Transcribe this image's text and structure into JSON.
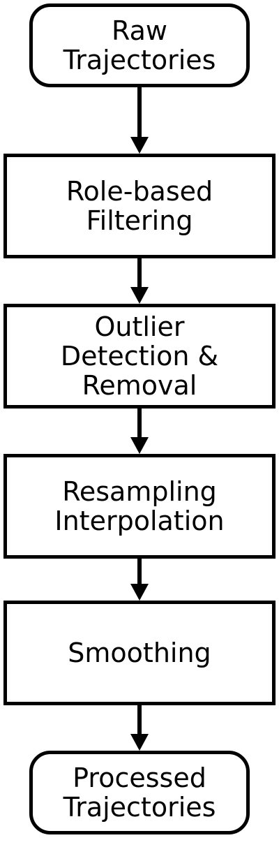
{
  "nodes": [
    {
      "id": "raw",
      "kind": "terminal",
      "lines": [
        "Raw",
        "Trajectories"
      ]
    },
    {
      "id": "filter",
      "kind": "process",
      "lines": [
        "Role-based",
        "Filtering"
      ]
    },
    {
      "id": "outlier",
      "kind": "process",
      "lines": [
        "Outlier",
        "Detection &",
        "Removal"
      ]
    },
    {
      "id": "resample",
      "kind": "process",
      "lines": [
        "Resampling",
        "Interpolation"
      ]
    },
    {
      "id": "smooth",
      "kind": "process",
      "lines": [
        "Smoothing"
      ]
    },
    {
      "id": "processed",
      "kind": "terminal",
      "lines": [
        "Processed",
        "Trajectories"
      ]
    }
  ],
  "edges": [
    {
      "from": "raw",
      "to": "filter"
    },
    {
      "from": "filter",
      "to": "outlier"
    },
    {
      "from": "outlier",
      "to": "resample"
    },
    {
      "from": "resample",
      "to": "smooth"
    },
    {
      "from": "smooth",
      "to": "processed"
    }
  ]
}
